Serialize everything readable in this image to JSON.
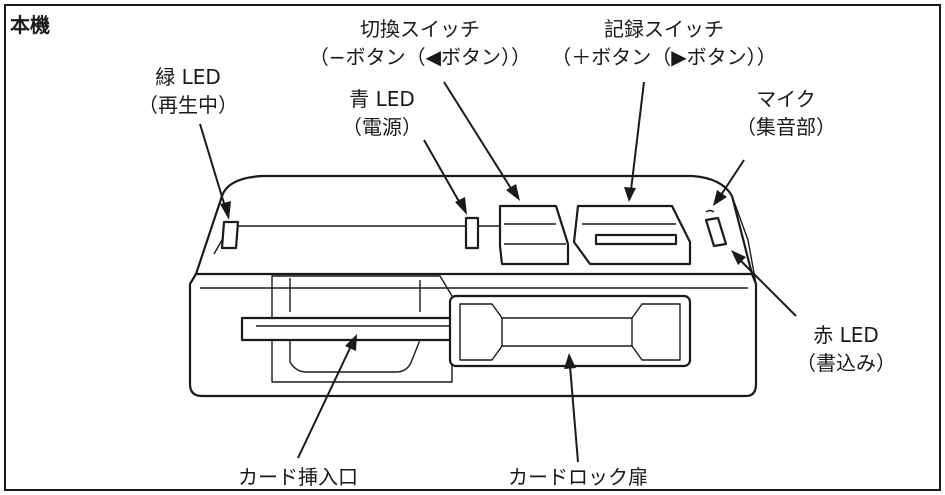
{
  "title": "本機",
  "labels": {
    "green_led": {
      "line1": "緑 LED",
      "line2": "（再生中）"
    },
    "blue_led": {
      "line1": "青 LED",
      "line2": "（電源）"
    },
    "switch_toggle": {
      "line1": "切換スイッチ",
      "line2": "（−ボタン（◀ボタン））"
    },
    "switch_record": {
      "line1": "記録スイッチ",
      "line2": "（＋ボタン（▶ボタン））"
    },
    "mic": {
      "line1": "マイク",
      "line2": "（集音部）"
    },
    "red_led": {
      "line1": "赤 LED",
      "line2": "（書込み）"
    },
    "card_slot": "カード挿入口",
    "card_lock_door": "カードロック扉"
  }
}
